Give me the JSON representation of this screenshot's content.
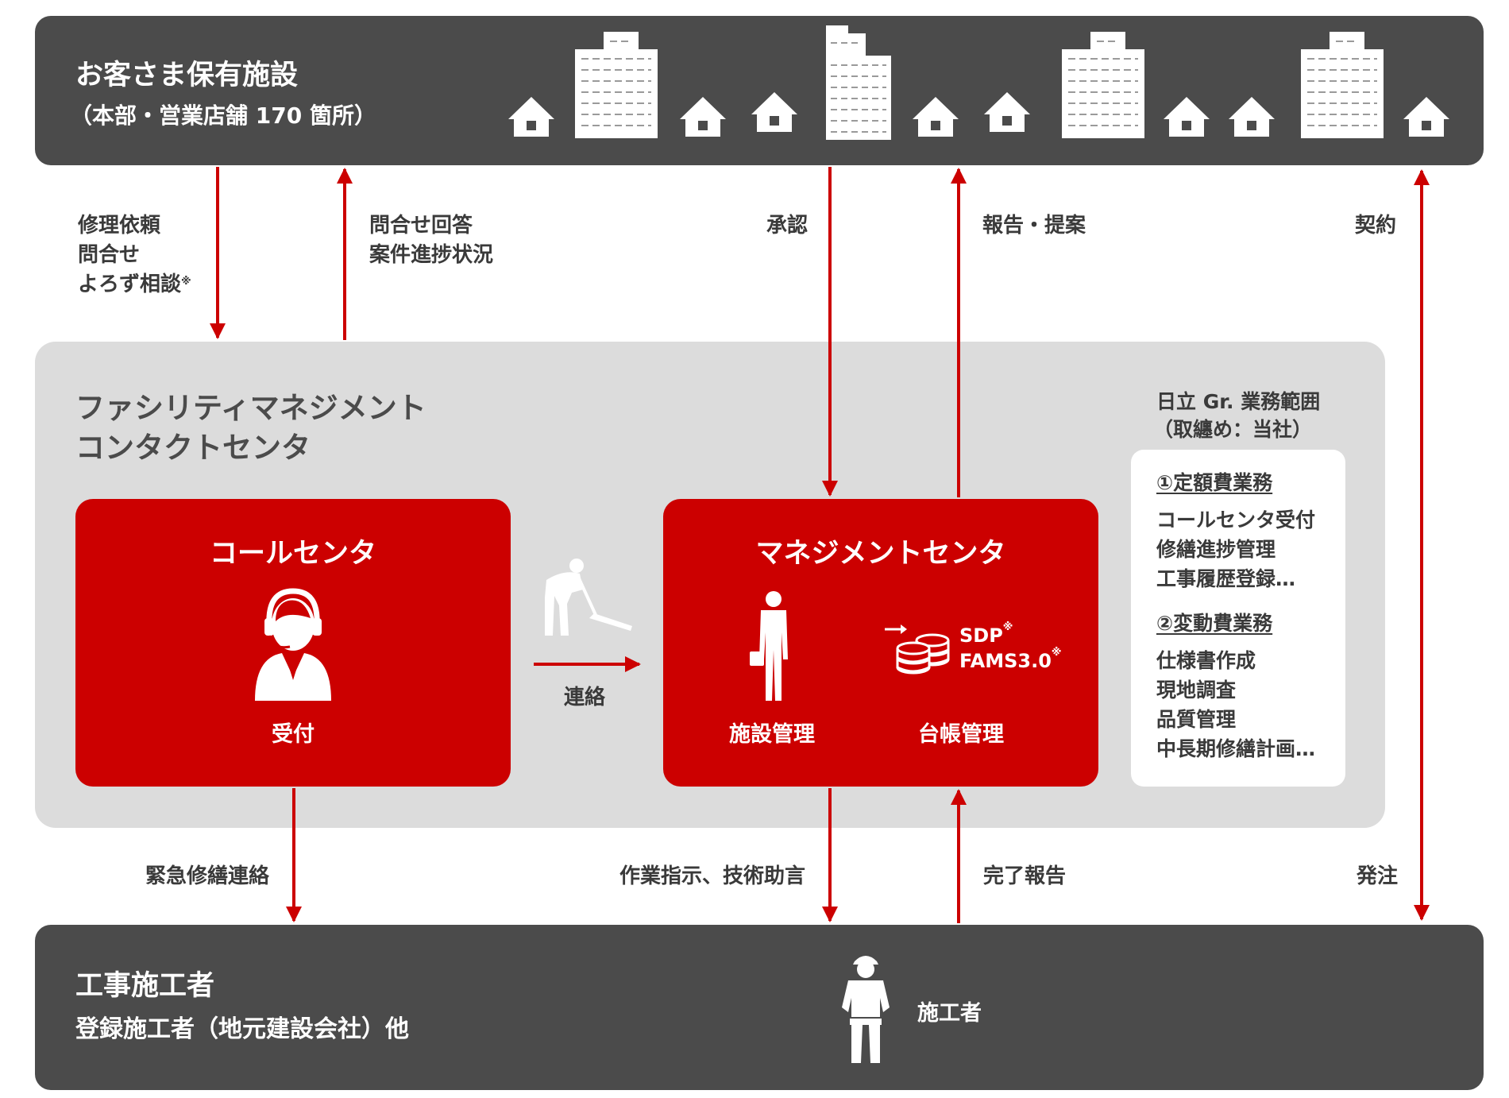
{
  "customer": {
    "title": "お客さま保有施設",
    "subtitle": "（本部・営業店舗 170 箇所）"
  },
  "flows_top": {
    "repair_request": [
      "修理依頼",
      "問合せ",
      "よろず相談"
    ],
    "repair_request_note": "※",
    "inquiry_reply": [
      "問合せ回答",
      "案件進捗状況"
    ],
    "approval": "承認",
    "report_proposal": "報告・提案",
    "contract": "契約"
  },
  "fm_center": {
    "title_line1": "ファシリティマネジメント",
    "title_line2": "コンタクトセンタ"
  },
  "call_center": {
    "title": "コールセンタ",
    "reception": "受付"
  },
  "liaison": "連絡",
  "management_center": {
    "title": "マネジメントセンタ",
    "facility_mgmt": "施設管理",
    "ledger_mgmt": "台帳管理",
    "system1": "SDP",
    "system2": "FAMS3.0",
    "note_mark": "※"
  },
  "scope": {
    "title_line1": "日立 Gr. 業務範囲",
    "title_line2": "（取纏め：当社）",
    "fixed_heading": "①定額費業務",
    "fixed_items": [
      "コールセンタ受付",
      "修繕進捗管理",
      "工事履歴登録…"
    ],
    "variable_heading": "②変動費業務",
    "variable_items": [
      "仕様書作成",
      "現地調査",
      "品質管理",
      "中長期修繕計画…"
    ]
  },
  "flows_bottom": {
    "emergency": "緊急修繕連絡",
    "instructions": "作業指示、技術助言",
    "completion": "完了報告",
    "order": "発注"
  },
  "contractor": {
    "title": "工事施工者",
    "subtitle": "登録施工者（地元建設会社）他",
    "worker_label": "施工者"
  },
  "colors": {
    "dark_bar": "#4b4b4b",
    "panel": "#dcdcdc",
    "red": "#cc0000",
    "arrow": "#cc0000"
  },
  "icons": [
    "house-icon",
    "building-icon",
    "operator-icon",
    "cleaner-icon",
    "businessman-icon",
    "database-icon",
    "worker-icon"
  ]
}
